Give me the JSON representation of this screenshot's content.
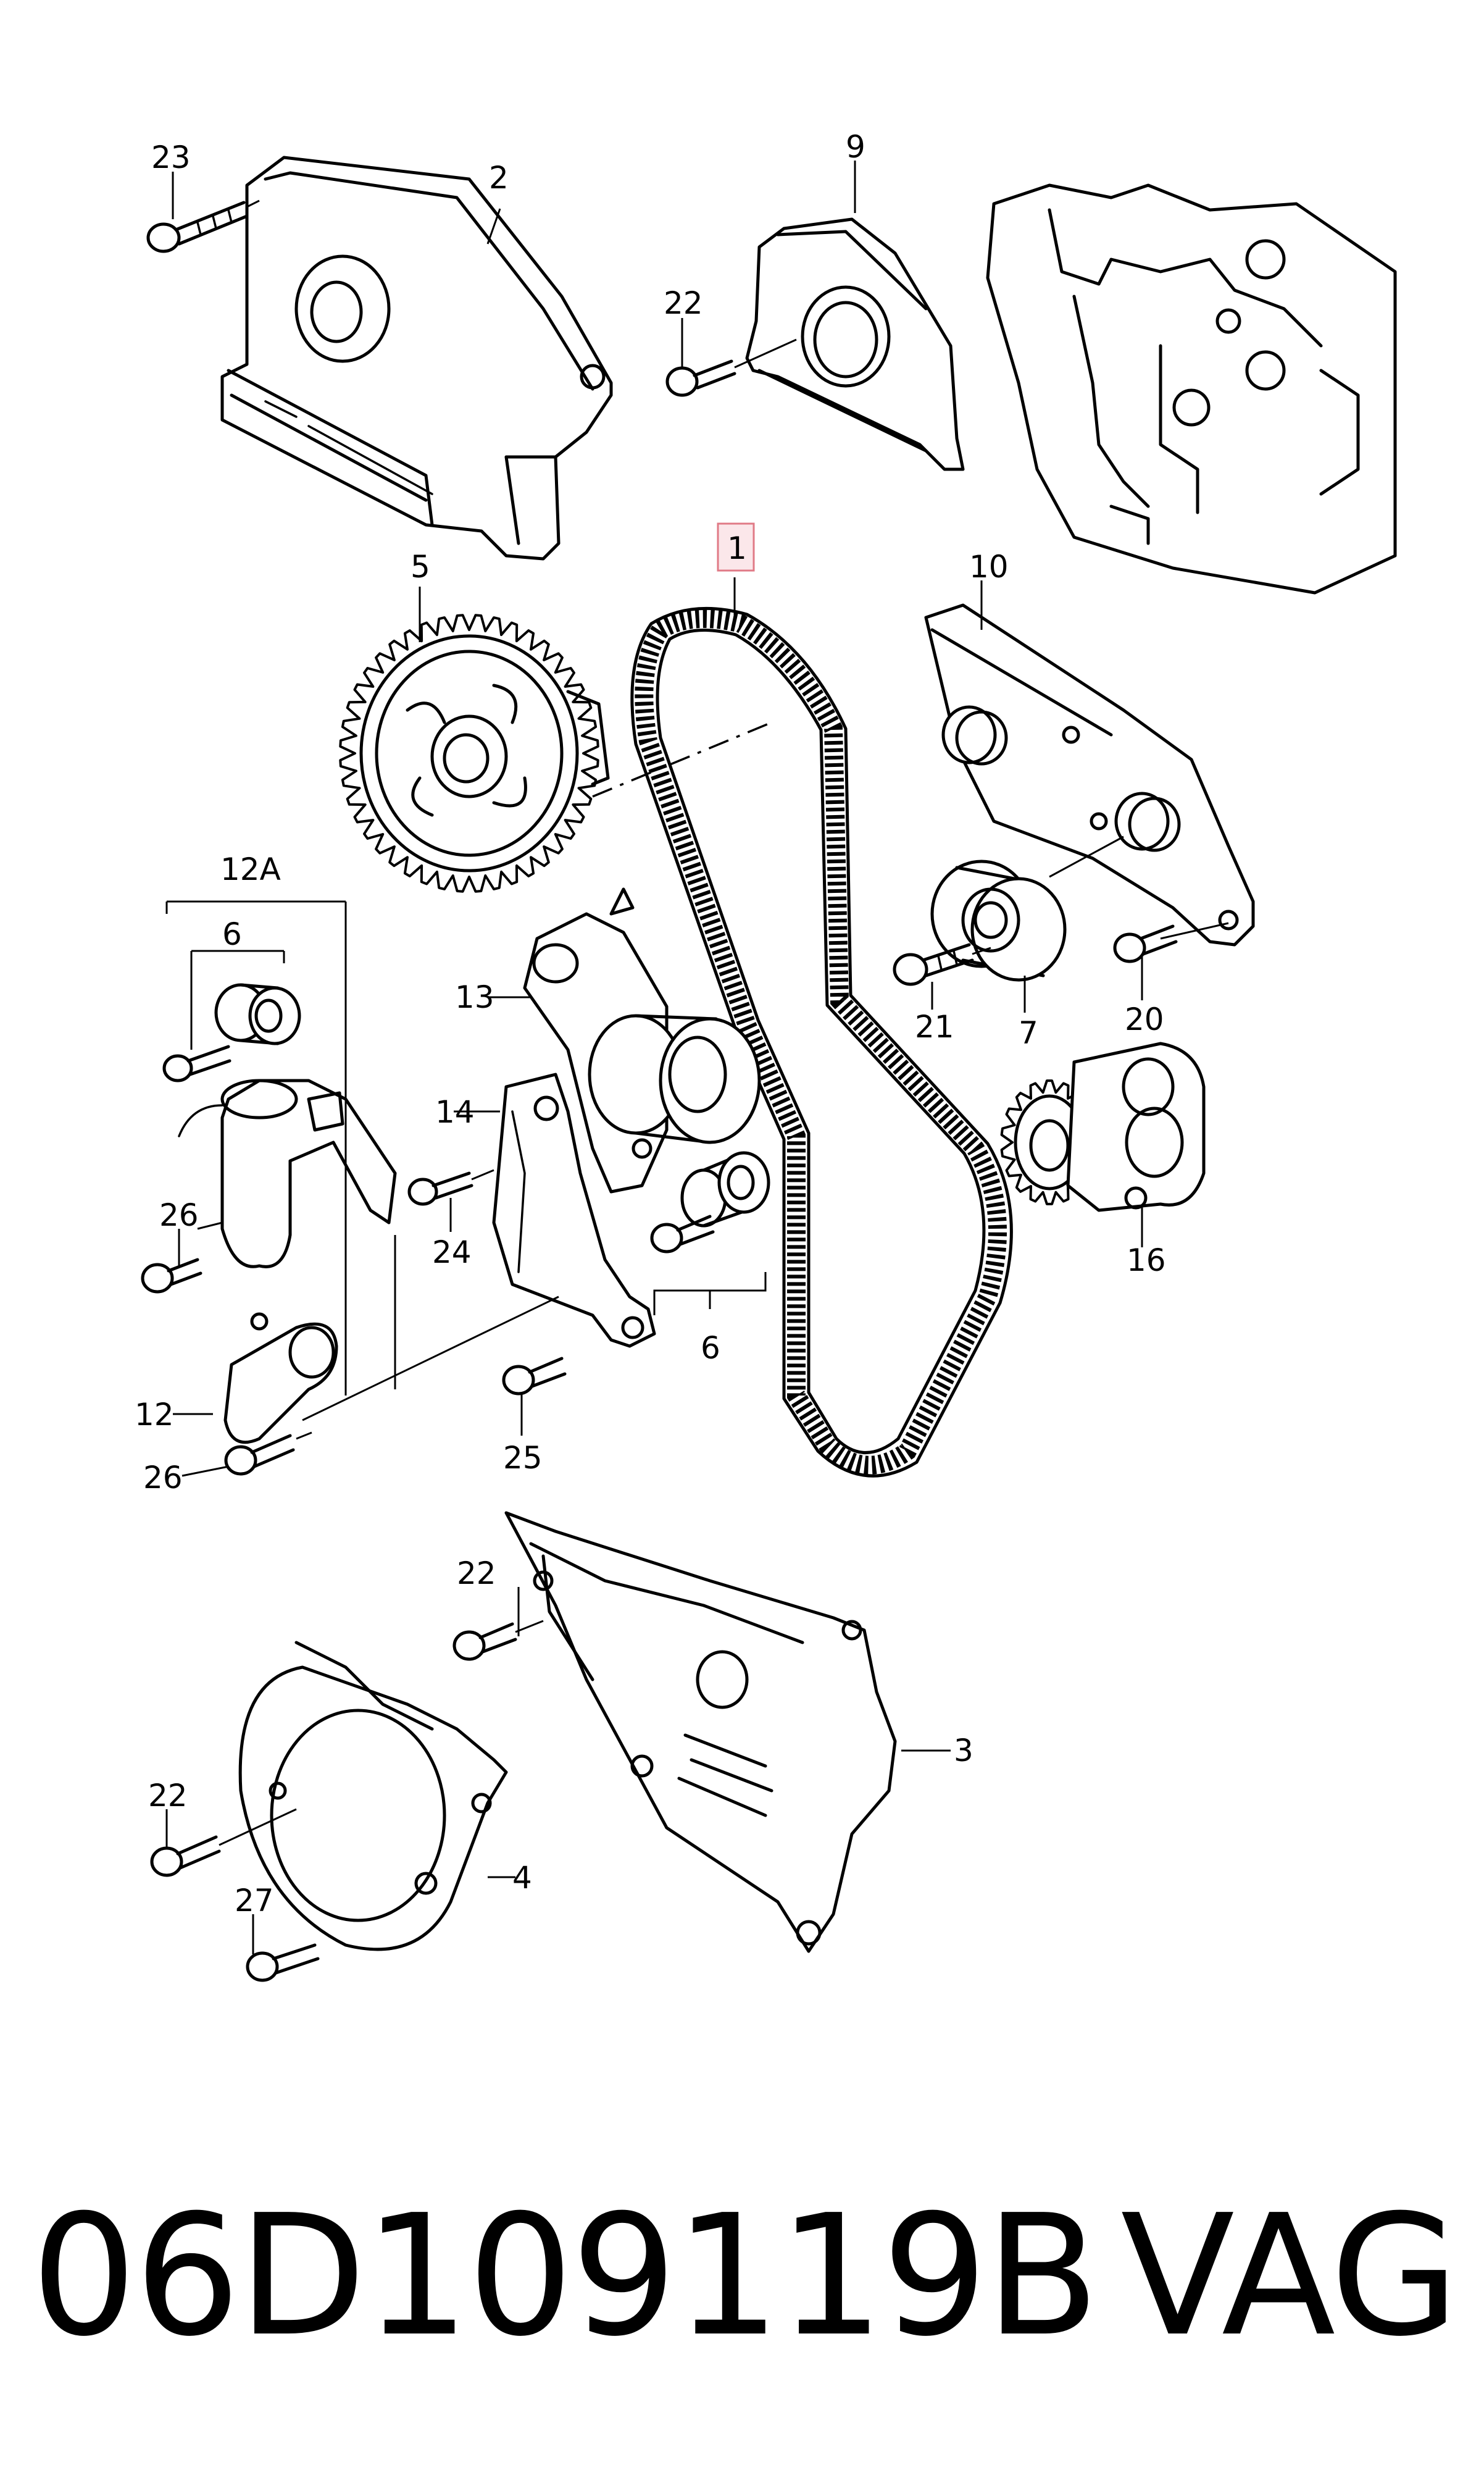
{
  "diagram": {
    "callouts": {
      "c1": "1",
      "c2": "2",
      "c3": "3",
      "c4": "4",
      "c5": "5",
      "c6a": "6",
      "c6b": "6",
      "c7": "7",
      "c9": "9",
      "c10": "10",
      "c12": "12",
      "c12a": "12A",
      "c13": "13",
      "c14": "14",
      "c16": "16",
      "c20": "20",
      "c21": "21",
      "c22a": "22",
      "c22b": "22",
      "c22c": "22",
      "c23": "23",
      "c24": "24",
      "c25": "25",
      "c26a": "26",
      "c26b": "26",
      "c27": "27"
    },
    "highlight_color": "#e07a86"
  },
  "footer": {
    "part_number": "06D109119B",
    "brand": "VAG"
  }
}
